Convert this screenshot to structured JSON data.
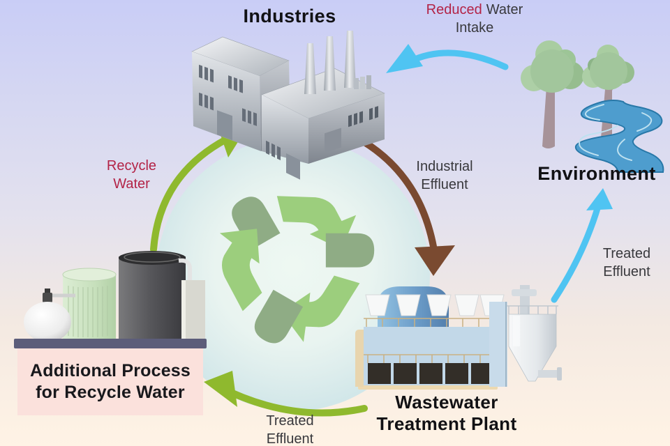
{
  "diagram": {
    "nodes": {
      "industries": {
        "label": "Industries"
      },
      "environment": {
        "label": "Environment"
      },
      "wastewater_plant": {
        "label_line1": "Wastewater",
        "label_line2": "Treatment Plant"
      },
      "additional_process": {
        "label_line1": "Additional Process",
        "label_line2": "for Recycle Water"
      }
    },
    "flows": {
      "reduced_water_intake": {
        "word_highlight": "Reduced",
        "word_rest": "Water",
        "line2": "Intake"
      },
      "industrial_effluent": {
        "line1": "Industrial",
        "line2": "Effluent"
      },
      "treated_effluent_to_environment": {
        "line1": "Treated",
        "line2": "Effluent"
      },
      "treated_effluent_to_recycle": {
        "line1": "Treated",
        "line2": "Effluent"
      },
      "recycle_water": {
        "line1": "Recycle",
        "line2": "Water"
      }
    },
    "colors": {
      "background_top": "#c9cdf6",
      "background_bottom": "#fff3e5",
      "circle_fill": "#d9ebea",
      "recycle_sage": "#8fac85",
      "recycle_lime": "#9cce7d",
      "arrow_cyan": "#4fc4f2",
      "arrow_green": "#8fb92e",
      "arrow_brown": "#7a4a30",
      "highlight_text": "#b32346",
      "label_text": "#38383c",
      "card_background": "#fbe1dc"
    }
  }
}
